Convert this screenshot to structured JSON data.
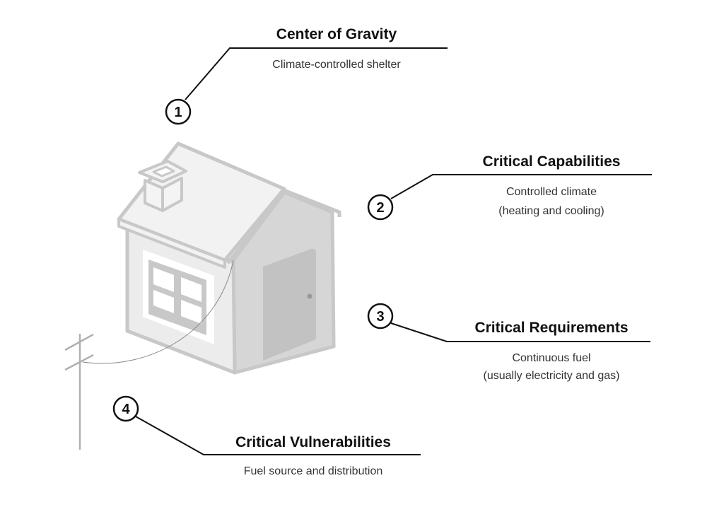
{
  "items": [
    {
      "number": "1",
      "title": "Center of Gravity",
      "lines": [
        "Climate-controlled shelter"
      ]
    },
    {
      "number": "2",
      "title": "Critical Capabilities",
      "lines": [
        "Controlled climate",
        "(heating and cooling)"
      ]
    },
    {
      "number": "3",
      "title": "Critical Requirements",
      "lines": [
        "Continuous fuel",
        "(usually electricity and gas)"
      ]
    },
    {
      "number": "4",
      "title": "Critical Vulnerabilities",
      "lines": [
        "Fuel source and distribution"
      ]
    }
  ],
  "colors": {
    "outline": "#c8c8c8",
    "wall_front": "#ececec",
    "wall_side": "#d6d6d6",
    "door": "#c2c2c2",
    "text": "#111111"
  }
}
